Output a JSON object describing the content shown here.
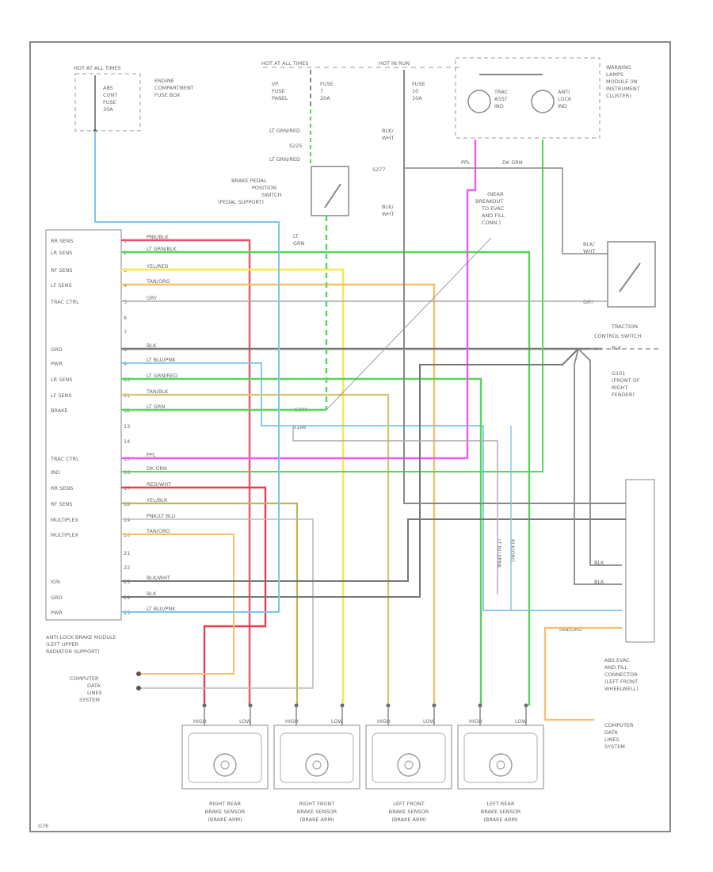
{
  "top_labels": {
    "hot_at_all_times_left": "HOT AT ALL TIMES",
    "abs_fuse": [
      "ABS",
      "CONT",
      "FUSE",
      "30A"
    ],
    "engine_box": [
      "ENGINE",
      "COMPARTMENT",
      "FUSE BOX"
    ],
    "hot_in_run": "HOT AT ALL TIMES",
    "ip_fuse_panel": [
      "I/P",
      "FUSE",
      "PANEL"
    ],
    "fuse7": [
      "FUSE",
      "7",
      "20A"
    ],
    "hot_run_start": "HOT IN RUN",
    "fuse10": [
      "FUSE",
      "10",
      "10A"
    ],
    "warning_lamps": [
      "WARNING",
      "LAMPS",
      "MODULE (IN",
      "INSTRUMENT",
      "CLUSTER)"
    ],
    "trac_assist": [
      "TRAC",
      "ASST",
      "IND"
    ],
    "anti_lock": [
      "ANTI",
      "LOCK",
      "IND"
    ],
    "lt_grn_red_1": "LT GRN/RED",
    "s225": "S225",
    "lt_grn_red_2": "LT GRN/RED",
    "blk_wht_1": "BLK/",
    "blk_wht_1b": "WHT",
    "s277": "S277",
    "ppl": "PPL",
    "dk_grn": "DK GRN",
    "brake_pedal": [
      "BRAKE PEDAL",
      "POSITION",
      "SWITCH",
      "(PEDAL SUPPORT)"
    ],
    "blk_wht_2": "BLK/",
    "blk_wht_2b": "WHT",
    "near_breakout": [
      "(NEAR",
      "BREAKOUT",
      "TO EVAC",
      "AND FILL",
      "CONN.)"
    ],
    "lt_grn": "LT",
    "lt_grn2": "GRN"
  },
  "module": {
    "pins": [
      {
        "label": "RR SENS",
        "num": "1",
        "wire": "PNK/BLK",
        "circuit": "1"
      },
      {
        "label": "LR SENS",
        "num": "2",
        "wire": "LT GRN/BLK",
        "circuit": "1"
      },
      {
        "label": "RF SENS",
        "num": "3",
        "wire": "YEL/RED",
        "circuit": "1"
      },
      {
        "label": "LF SENS",
        "num": "4",
        "wire": "TAN/ORG",
        "circuit": "1"
      },
      {
        "label": "TRAC CTRL",
        "num": "5",
        "wire": "GRY",
        "circuit": "1"
      },
      {
        "label": "",
        "num": "6",
        "wire": "",
        "circuit": ""
      },
      {
        "label": "",
        "num": "7",
        "wire": "",
        "circuit": ""
      },
      {
        "label": "GRD",
        "num": "8",
        "wire": "BLK",
        "circuit": "1"
      },
      {
        "label": "PWR",
        "num": "9",
        "wire": "LT BLU/PNK",
        "circuit": "1"
      },
      {
        "label": "LR SENS",
        "num": "10",
        "wire": "LT GRN/RED",
        "circuit": "1"
      },
      {
        "label": "LF SENS",
        "num": "11",
        "wire": "TAN/BLK",
        "circuit": "1"
      },
      {
        "label": "BRAKE",
        "num": "12",
        "wire": "LT GRN",
        "circuit": "1"
      },
      {
        "label": "",
        "num": "13",
        "wire": "",
        "circuit": ""
      },
      {
        "label": "",
        "num": "14",
        "wire": "",
        "circuit": ""
      },
      {
        "label": "TRAC CTRL",
        "num": "15",
        "wire": "PPL",
        "circuit": "1"
      },
      {
        "label": "IND",
        "num": "16",
        "wire": "DK GRN",
        "circuit": "1"
      },
      {
        "label": "RR SENS",
        "num": "17",
        "wire": "RED/WHT",
        "circuit": "1"
      },
      {
        "label": "RF SENS",
        "num": "18",
        "wire": "YEL/BLK",
        "circuit": "1"
      },
      {
        "label": "MULTIPLEX",
        "num": "19",
        "wire": "PNK/LT BLU",
        "circuit": "1"
      },
      {
        "label": "MULTIPLEX",
        "num": "20",
        "wire": "TAN/ORG",
        "circuit": "1"
      },
      {
        "label": "",
        "num": "21",
        "wire": "",
        "circuit": ""
      },
      {
        "label": "",
        "num": "22",
        "wire": "",
        "circuit": ""
      },
      {
        "label": "IGN",
        "num": "23",
        "wire": "BLK/WHT",
        "circuit": "1"
      },
      {
        "label": "GRD",
        "num": "24",
        "wire": "BLK",
        "circuit": "1"
      },
      {
        "label": "PWR",
        "num": "25",
        "wire": "LT BLU/PNK",
        "circuit": "1"
      }
    ],
    "caption": [
      "ANTI-LOCK BRAKE MODULE",
      "(LEFT UPPER",
      "RADIATOR SUPPORT)"
    ]
  },
  "right_labels": {
    "switch_wire1": "BLK/",
    "switch_wire1b": "WHT",
    "switch_wire2": "GRY",
    "traction_switch": [
      "TRACTION",
      "CONTROL SWITCH"
    ],
    "blk": "BLK",
    "g101": [
      "G101",
      "(FRONT OF",
      "RIGHT",
      "FENDER)"
    ],
    "s280": "S280",
    "s186": "S186",
    "connector_wires": [
      "BLK",
      "BLK",
      "TAN/ORG"
    ],
    "vertical1": "LT BLU/PNK",
    "vertical2": "BLK/ORG",
    "evac": [
      "ABS EVAC",
      "AND FILL",
      "CONNECTOR",
      "(LEFT FRONT",
      "WHEELWELL)"
    ],
    "cdls_right": [
      "COMPUTER",
      "DATA",
      "LINES",
      "SYSTEM"
    ]
  },
  "bottom": {
    "cdls_left": [
      "COMPUTER",
      "DATA",
      "LINES",
      "SYSTEM"
    ],
    "sensors": [
      {
        "hi": "HIGH",
        "lo": "LOW",
        "caption": [
          "RIGHT REAR",
          "BRAKE SENSOR",
          "(BRAKE ARM)"
        ]
      },
      {
        "hi": "HIGH",
        "lo": "LOW",
        "caption": [
          "RIGHT FRONT",
          "BRAKE SENSOR",
          "(BRAKE ARM)"
        ]
      },
      {
        "hi": "HIGH",
        "lo": "LOW",
        "caption": [
          "LEFT FRONT",
          "BRAKE SENSOR",
          "(BRAKE ARM)"
        ]
      },
      {
        "hi": "HIGH",
        "lo": "LOW",
        "caption": [
          "LEFT REAR",
          "BRAKE SENSOR",
          "(BRAKE ARM)"
        ]
      }
    ],
    "figure_code": "G76"
  },
  "colors": {
    "pnk": "#e8556b",
    "red": "#ee3b4c",
    "green": "#56d65a",
    "yellow": "#f4ea4c",
    "orange": "#f6c06a",
    "tan": "#d8c46a",
    "gray": "#888888",
    "blue": "#7ec6e8",
    "purple": "#ef5df0",
    "olive": "#bcb85a"
  }
}
